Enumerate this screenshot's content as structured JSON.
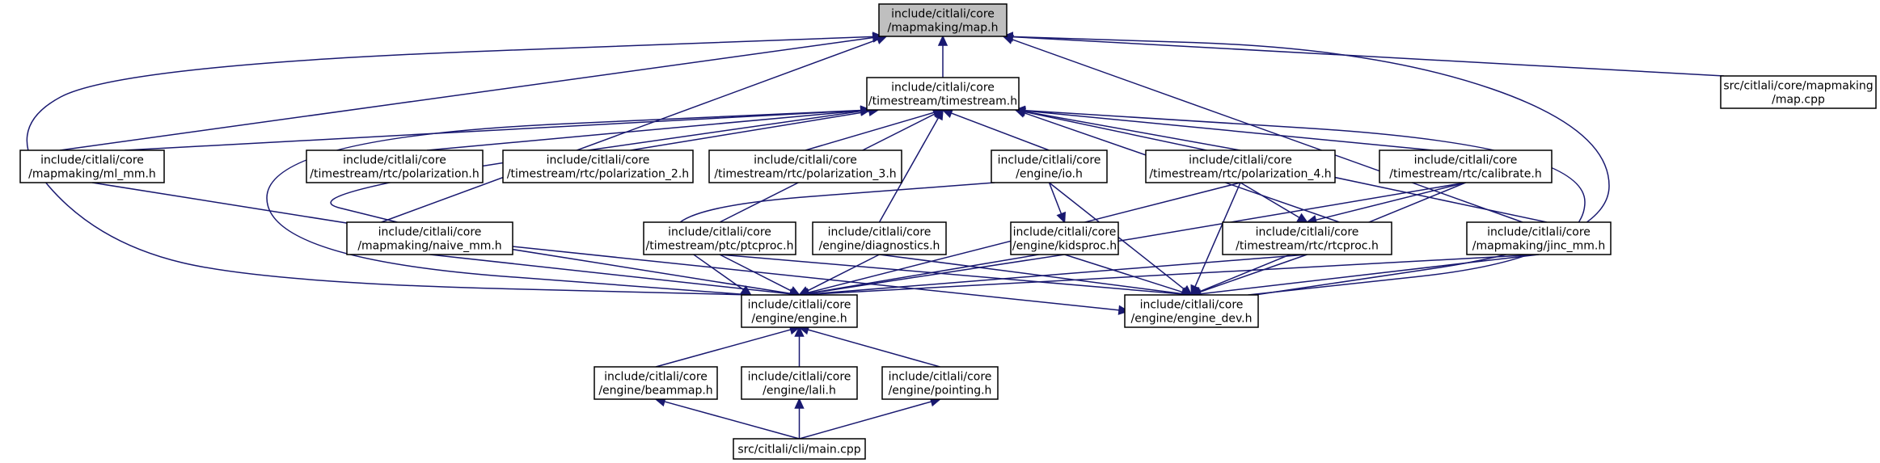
{
  "graph": {
    "nodes": [
      {
        "id": "map_h",
        "lines": [
          "include/citlali/core",
          "/mapmaking/map.h"
        ],
        "highlight": true
      },
      {
        "id": "map_cpp",
        "lines": [
          "src/citlali/core/mapmaking",
          "/map.cpp"
        ]
      },
      {
        "id": "timestream_h",
        "lines": [
          "include/citlali/core",
          "/timestream/timestream.h"
        ]
      },
      {
        "id": "ml_mm_h",
        "lines": [
          "include/citlali/core",
          "/mapmaking/ml_mm.h"
        ]
      },
      {
        "id": "polarization_h",
        "lines": [
          "include/citlali/core",
          "/timestream/rtc/polarization.h"
        ]
      },
      {
        "id": "polarization_2_h",
        "lines": [
          "include/citlali/core",
          "/timestream/rtc/polarization_2.h"
        ]
      },
      {
        "id": "polarization_3_h",
        "lines": [
          "include/citlali/core",
          "/timestream/rtc/polarization_3.h"
        ]
      },
      {
        "id": "io_h",
        "lines": [
          "include/citlali/core",
          "/engine/io.h"
        ]
      },
      {
        "id": "polarization_4_h",
        "lines": [
          "include/citlali/core",
          "/timestream/rtc/polarization_4.h"
        ]
      },
      {
        "id": "calibrate_h",
        "lines": [
          "include/citlali/core",
          "/timestream/rtc/calibrate.h"
        ]
      },
      {
        "id": "naive_mm_h",
        "lines": [
          "include/citlali/core",
          "/mapmaking/naive_mm.h"
        ]
      },
      {
        "id": "ptcproc_h",
        "lines": [
          "include/citlali/core",
          "/timestream/ptc/ptcproc.h"
        ]
      },
      {
        "id": "diagnostics_h",
        "lines": [
          "include/citlali/core",
          "/engine/diagnostics.h"
        ]
      },
      {
        "id": "kidsproc_h",
        "lines": [
          "include/citlali/core",
          "/engine/kidsproc.h"
        ]
      },
      {
        "id": "rtcproc_h",
        "lines": [
          "include/citlali/core",
          "/timestream/rtc/rtcproc.h"
        ]
      },
      {
        "id": "jinc_mm_h",
        "lines": [
          "include/citlali/core",
          "/mapmaking/jinc_mm.h"
        ]
      },
      {
        "id": "engine_h",
        "lines": [
          "include/citlali/core",
          "/engine/engine.h"
        ]
      },
      {
        "id": "engine_dev_h",
        "lines": [
          "include/citlali/core",
          "/engine/engine_dev.h"
        ]
      },
      {
        "id": "beammap_h",
        "lines": [
          "include/citlali/core",
          "/engine/beammap.h"
        ]
      },
      {
        "id": "lali_h",
        "lines": [
          "include/citlali/core",
          "/engine/lali.h"
        ]
      },
      {
        "id": "pointing_h",
        "lines": [
          "include/citlali/core",
          "/engine/pointing.h"
        ]
      },
      {
        "id": "main_cpp",
        "lines": [
          "src/citlali/cli/main.cpp"
        ]
      }
    ],
    "edges": [
      {
        "from": "timestream_h",
        "to": "map_h"
      },
      {
        "from": "map_cpp",
        "to": "map_h"
      },
      {
        "from": "ml_mm_h",
        "to": "map_h"
      },
      {
        "from": "naive_mm_h",
        "to": "map_h"
      },
      {
        "from": "jinc_mm_h",
        "to": "map_h"
      },
      {
        "from": "engine_h",
        "to": "map_h"
      },
      {
        "from": "engine_dev_h",
        "to": "map_h"
      },
      {
        "from": "ml_mm_h",
        "to": "timestream_h"
      },
      {
        "from": "polarization_h",
        "to": "timestream_h"
      },
      {
        "from": "polarization_2_h",
        "to": "timestream_h"
      },
      {
        "from": "polarization_3_h",
        "to": "timestream_h"
      },
      {
        "from": "io_h",
        "to": "timestream_h"
      },
      {
        "from": "polarization_4_h",
        "to": "timestream_h"
      },
      {
        "from": "calibrate_h",
        "to": "timestream_h"
      },
      {
        "from": "naive_mm_h",
        "to": "timestream_h"
      },
      {
        "from": "ptcproc_h",
        "to": "timestream_h"
      },
      {
        "from": "diagnostics_h",
        "to": "timestream_h"
      },
      {
        "from": "rtcproc_h",
        "to": "timestream_h"
      },
      {
        "from": "jinc_mm_h",
        "to": "timestream_h"
      },
      {
        "from": "engine_h",
        "to": "timestream_h"
      },
      {
        "from": "engine_dev_h",
        "to": "timestream_h"
      },
      {
        "from": "ml_mm_h",
        "to": "engine_h"
      },
      {
        "from": "naive_mm_h",
        "to": "engine_h"
      },
      {
        "from": "naive_mm_h",
        "to": "engine_dev_h"
      },
      {
        "from": "io_h",
        "to": "engine_h"
      },
      {
        "from": "io_h",
        "to": "kidsproc_h"
      },
      {
        "from": "io_h",
        "to": "engine_dev_h"
      },
      {
        "from": "polarization_4_h",
        "to": "engine_h"
      },
      {
        "from": "polarization_4_h",
        "to": "rtcproc_h"
      },
      {
        "from": "polarization_4_h",
        "to": "engine_dev_h"
      },
      {
        "from": "calibrate_h",
        "to": "rtcproc_h"
      },
      {
        "from": "calibrate_h",
        "to": "engine_h"
      },
      {
        "from": "calibrate_h",
        "to": "engine_dev_h"
      },
      {
        "from": "ptcproc_h",
        "to": "engine_h"
      },
      {
        "from": "ptcproc_h",
        "to": "engine_dev_h"
      },
      {
        "from": "diagnostics_h",
        "to": "engine_h"
      },
      {
        "from": "diagnostics_h",
        "to": "engine_dev_h"
      },
      {
        "from": "kidsproc_h",
        "to": "engine_h"
      },
      {
        "from": "kidsproc_h",
        "to": "engine_dev_h"
      },
      {
        "from": "rtcproc_h",
        "to": "engine_h"
      },
      {
        "from": "rtcproc_h",
        "to": "engine_dev_h"
      },
      {
        "from": "jinc_mm_h",
        "to": "engine_h"
      },
      {
        "from": "jinc_mm_h",
        "to": "engine_dev_h"
      },
      {
        "from": "beammap_h",
        "to": "engine_h"
      },
      {
        "from": "lali_h",
        "to": "engine_h"
      },
      {
        "from": "pointing_h",
        "to": "engine_h"
      },
      {
        "from": "main_cpp",
        "to": "beammap_h"
      },
      {
        "from": "main_cpp",
        "to": "lali_h"
      },
      {
        "from": "main_cpp",
        "to": "pointing_h"
      }
    ],
    "colors": {
      "edge": "#191970",
      "node_border": "#000000",
      "highlight_fill": "#bfbfbf",
      "node_fill": "#ffffff"
    }
  }
}
